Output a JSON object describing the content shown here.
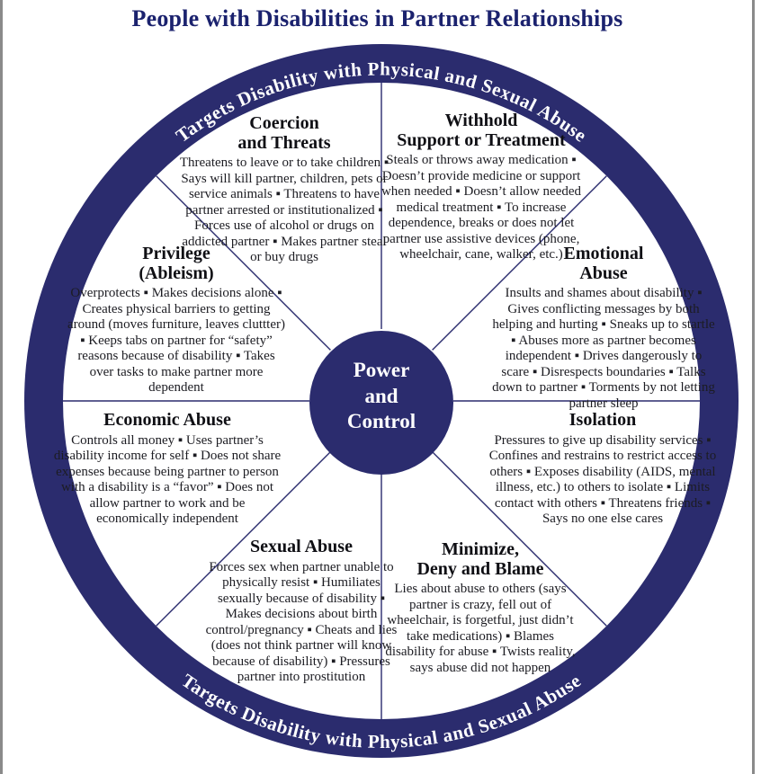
{
  "page": {
    "title": "People with Disabilities in Partner Relationships"
  },
  "wheel": {
    "ring_text_top": "Targets Disability with Physical and Sexual Abuse",
    "ring_text_bottom": "Targets Disability with Physical and Sexual Abuse",
    "center": {
      "line1": "Power",
      "line2": "and",
      "line3": "Control"
    },
    "colors": {
      "navy": "#2b2c6e",
      "title_navy": "#1b226e",
      "body_text": "#1c1c22",
      "ring_text": "#ffffff",
      "page_edge_gray": "#8a8a8a"
    },
    "segments": [
      {
        "id": "coercion-threats",
        "heading": "Coercion\nand Threats",
        "body": "Threatens to leave or to take children ▪ Says will kill partner, children, pets or service animals ▪ Threatens to have partner arrested or institutionalized ▪ Forces use of alcohol or drugs on addicted partner ▪ Makes partner steal or buy drugs"
      },
      {
        "id": "withhold-support",
        "heading": "Withhold\nSupport or Treatment",
        "body": "Steals or throws away medication ▪ Doesn’t provide medicine or support when needed ▪ Doesn’t allow needed medical treatment ▪ To increase dependence, breaks or does not let partner use assistive devices (phone, wheelchair, cane, walker, etc.)"
      },
      {
        "id": "emotional-abuse",
        "heading": "Emotional\nAbuse",
        "body": "Insults and shames about disability ▪ Gives conflicting messages by both helping and hurting ▪ Sneaks up to startle ▪ Abuses more as partner becomes independent ▪ Drives dangerously to scare ▪ Disrespects boundaries ▪ Talks down to partner ▪ Torments by not letting partner sleep"
      },
      {
        "id": "privilege-ableism",
        "heading": "Privilege\n(Ableism)",
        "body": "Overprotects ▪ Makes decisions alone ▪ Creates physical barriers to getting around (moves furniture, leaves cluttter) ▪ Keeps tabs on partner for “safety” reasons because of disability ▪ Takes over tasks to make partner more dependent"
      },
      {
        "id": "economic-abuse",
        "heading": "Economic Abuse",
        "body": "Controls all money ▪ Uses partner’s disability income for self ▪ Does not share expenses because being partner to person with a disability is a “favor” ▪ Does not allow partner to work and be economically independent"
      },
      {
        "id": "isolation",
        "heading": "Isolation",
        "body": "Pressures to give up disability services ▪ Confines and restrains to restrict access to others ▪ Exposes disability (AIDS, mental illness, etc.) to others to isolate ▪ Limits contact with others ▪ Threatens friends ▪ Says no one else cares"
      },
      {
        "id": "sexual-abuse",
        "heading": "Sexual Abuse",
        "body": "Forces sex when partner unable to physically resist ▪ Humiliates sexually because of disability ▪ Makes decisions about birth control/pregnancy ▪ Cheats and lies (does not think partner will know because of disability) ▪ Pressures partner into prostitution"
      },
      {
        "id": "minimize-deny-blame",
        "heading": "Minimize,\nDeny and Blame",
        "body": "Lies about abuse to others (says partner is crazy, fell out of wheelchair, is forgetful, just didn’t take medications) ▪ Blames disability for abuse ▪ Twists reality, says abuse did not happen"
      }
    ]
  }
}
